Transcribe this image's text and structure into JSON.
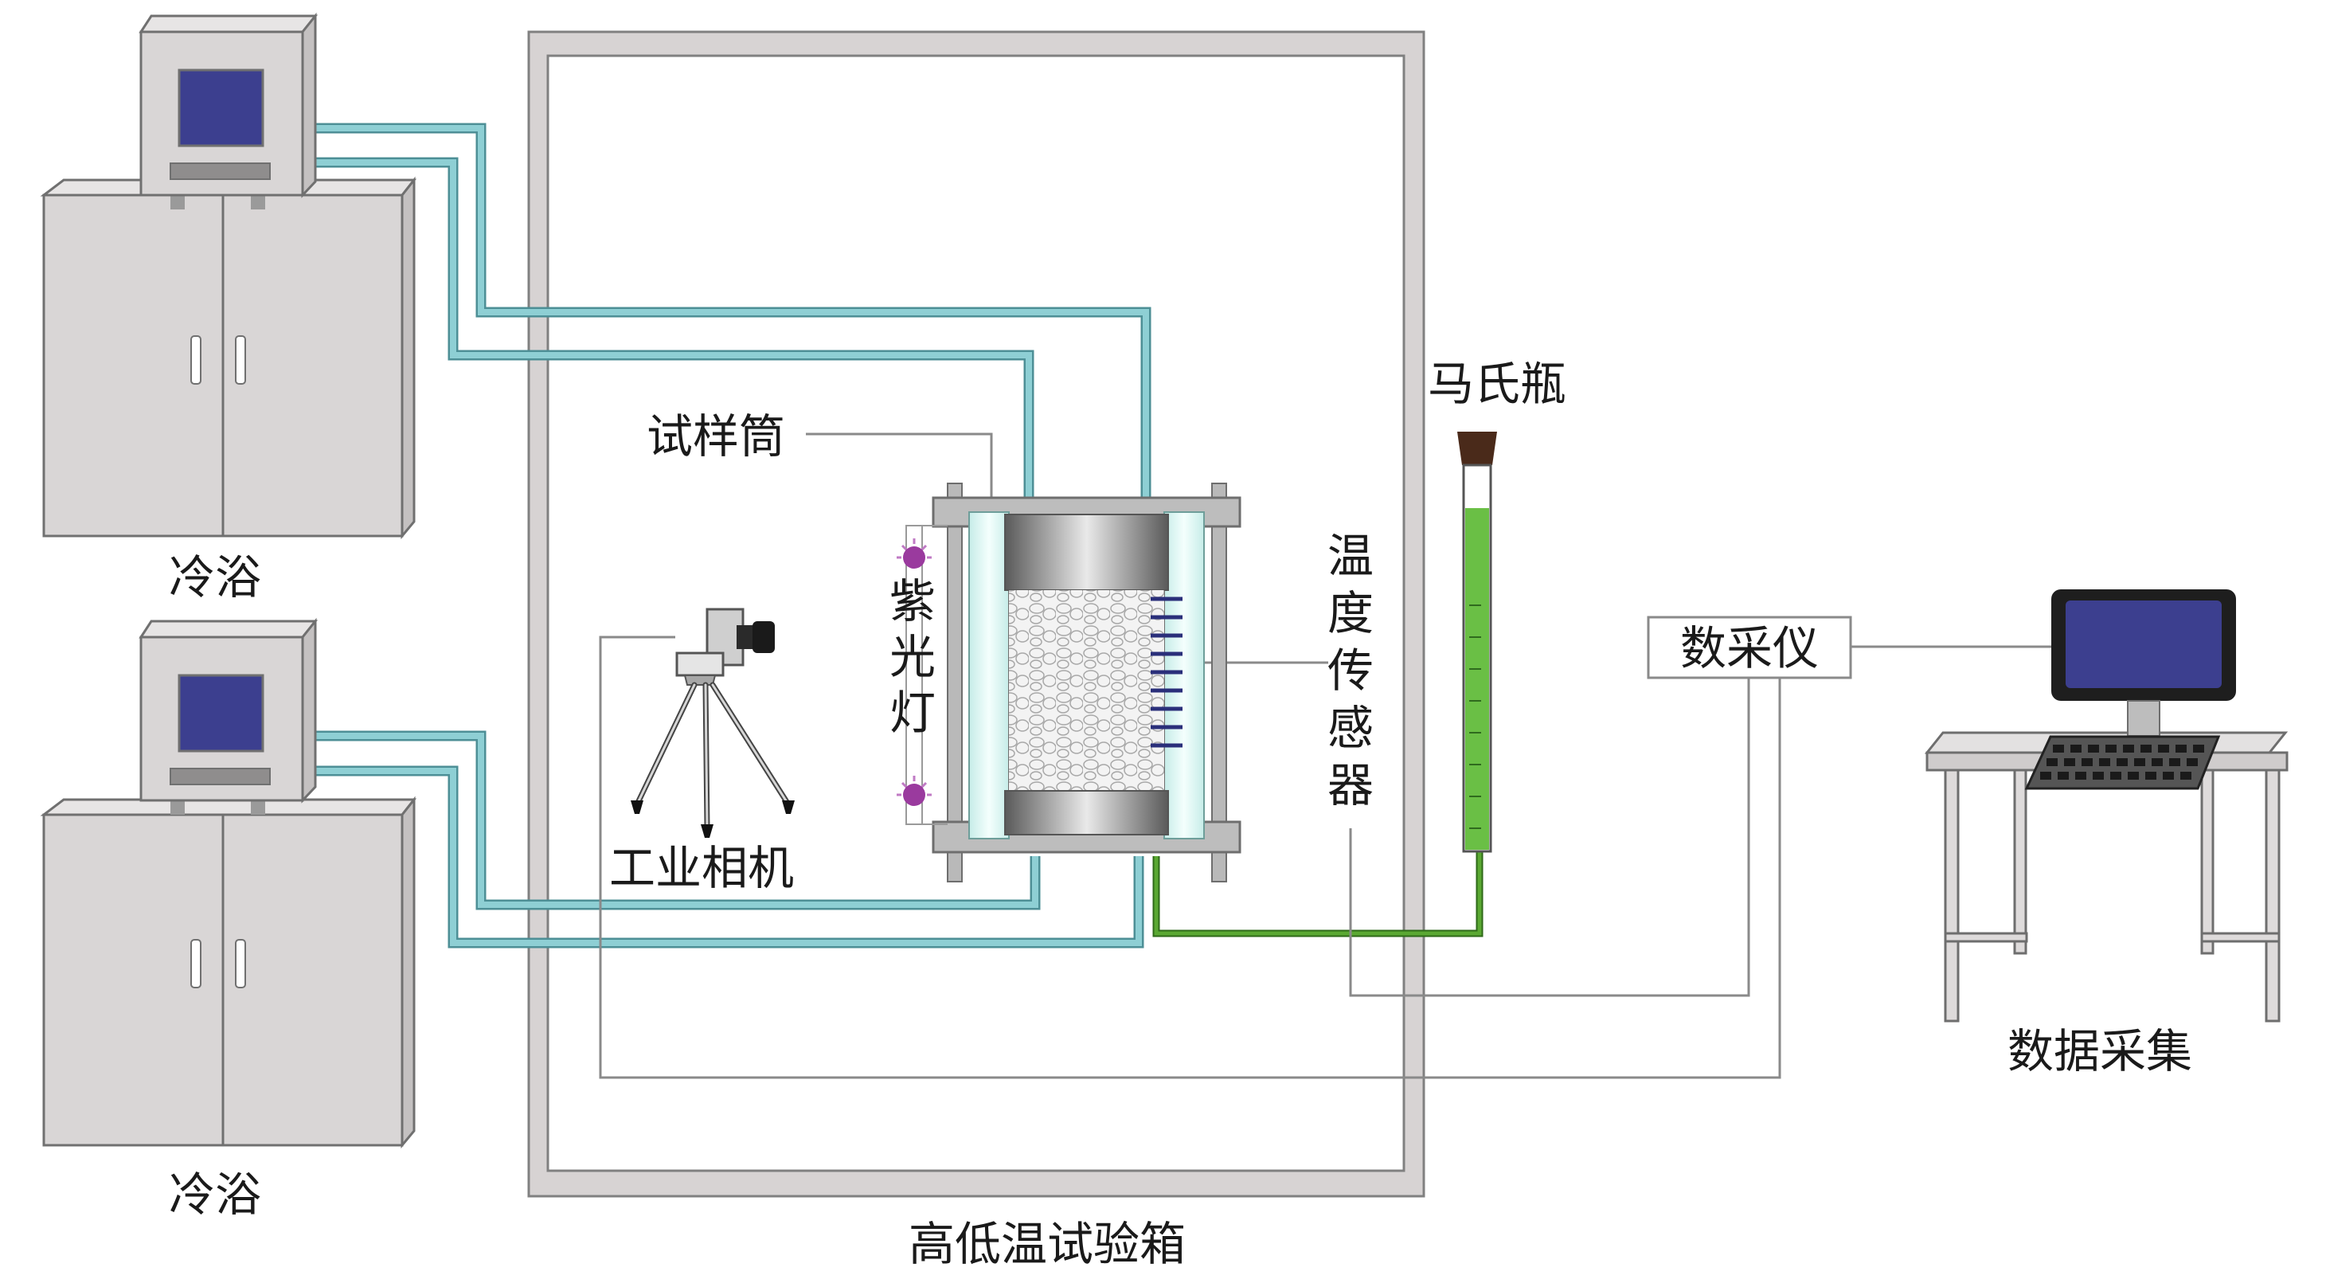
{
  "labels": {
    "cold_bath_top": "冷浴",
    "cold_bath_bottom": "冷浴",
    "chamber": "高低温试验箱",
    "sample_tube": "试样筒",
    "uv_lamp_chars": [
      "紫",
      "光",
      "灯"
    ],
    "camera": "工业相机",
    "temp_sensor_chars": [
      "温",
      "度",
      "传",
      "感",
      "器"
    ],
    "mariotte_bottle": "马氏瓶",
    "daq": "数采仪",
    "data_collection": "数据采集"
  },
  "colors": {
    "cabinet": "#d9d6d6",
    "cabinet_stroke": "#707070",
    "screen": "#3c3f8f",
    "pipe": "#8ecfd4",
    "pipe_stroke": "#4d8f96",
    "chamber": "#d7d3d3",
    "green_pipe": "#5aa832",
    "water": "#6abf45",
    "uv": "#9a3a9e",
    "monitor": "#1e1e1e",
    "sensor": "#2a2f7a"
  }
}
